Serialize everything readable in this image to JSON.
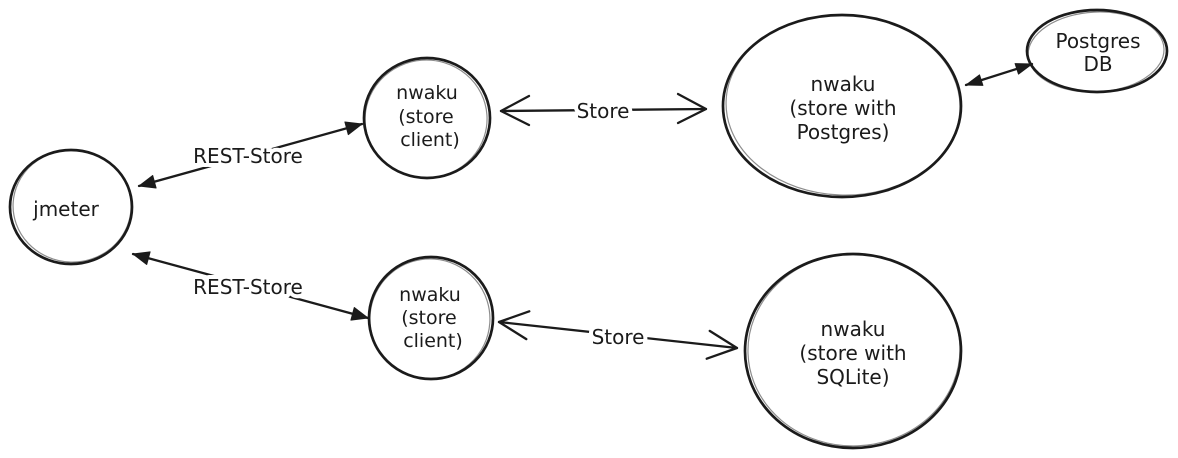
{
  "diagram": {
    "colors": {
      "ink": "#1b1b1b",
      "background": "#ffffff"
    },
    "nodes": {
      "jmeter": {
        "label": "jmeter"
      },
      "store_client_top": {
        "lines": [
          "nwaku",
          "(store",
          "client)"
        ]
      },
      "store_postgres": {
        "lines": [
          "nwaku",
          "(store with",
          "Postgres)"
        ]
      },
      "postgres_db": {
        "lines": [
          "Postgres",
          "DB"
        ]
      },
      "store_client_bottom": {
        "lines": [
          "nwaku",
          "(store",
          "client)"
        ]
      },
      "store_sqlite": {
        "lines": [
          "nwaku",
          "(store with",
          "SQLite)"
        ]
      }
    },
    "edges": {
      "rest_store_top": {
        "label": "REST-Store"
      },
      "store_top": {
        "label": "Store"
      },
      "rest_store_bottom": {
        "label": "REST-Store"
      },
      "store_bottom": {
        "label": "Store"
      }
    }
  }
}
